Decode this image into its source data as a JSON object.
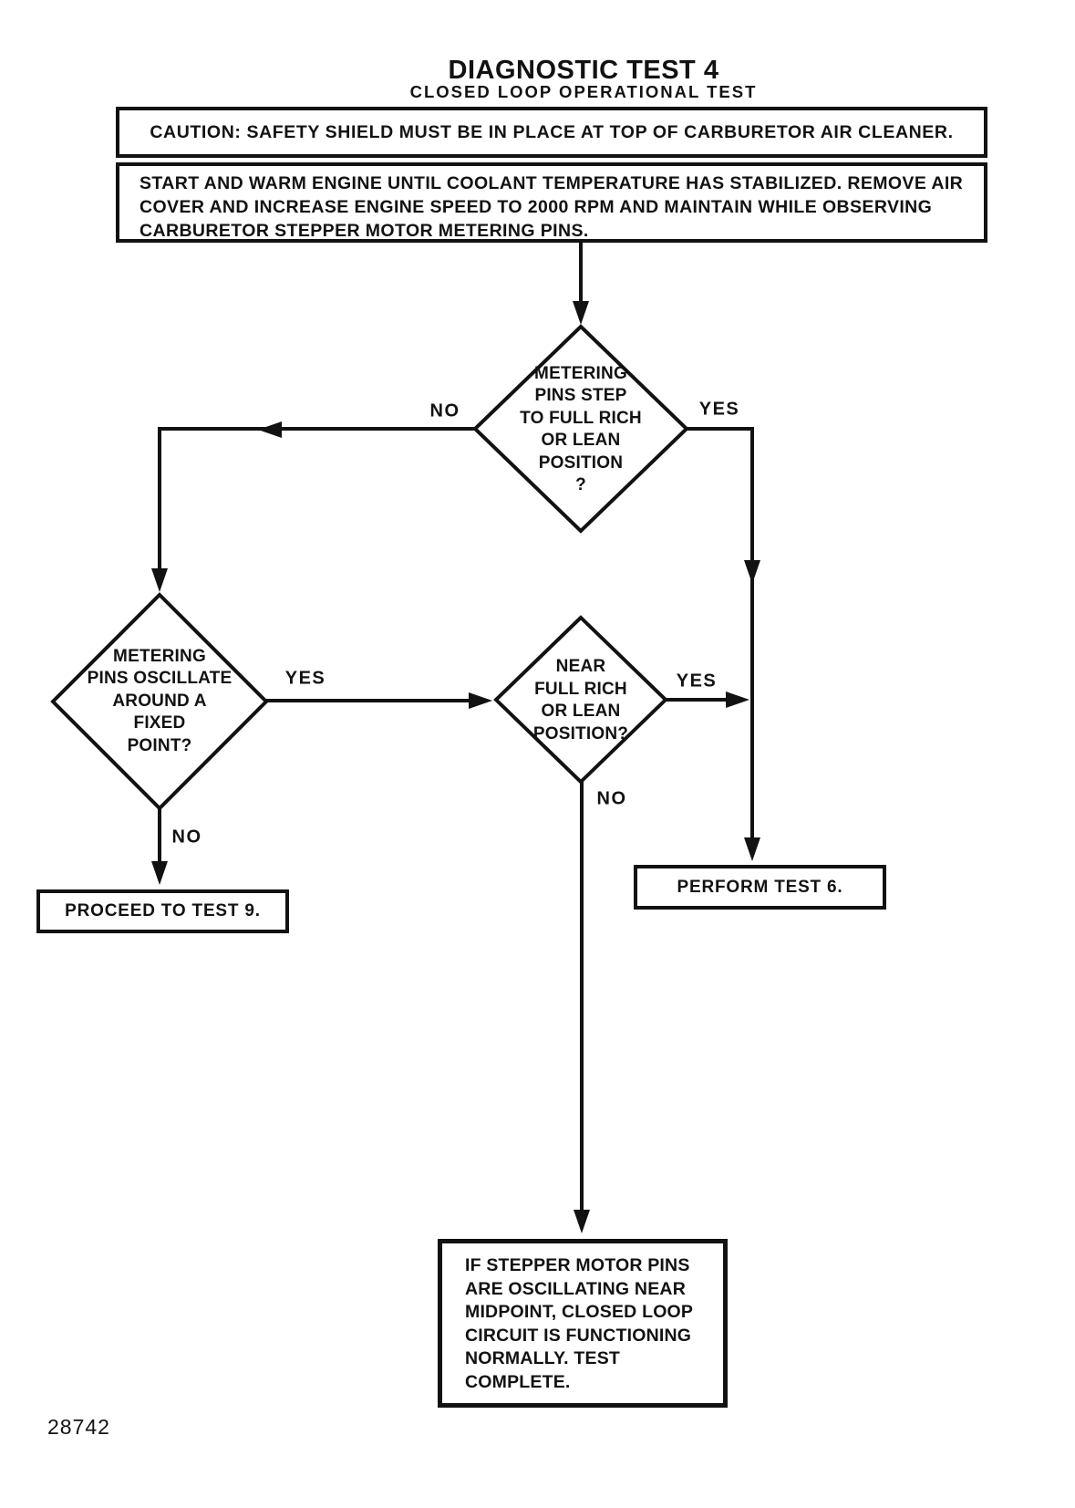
{
  "page": {
    "title": "DIAGNOSTIC TEST 4",
    "subtitle": "CLOSED LOOP OPERATIONAL TEST",
    "figure_number": "28742"
  },
  "colors": {
    "ink": "#121212",
    "paper": "#ffffff"
  },
  "boxes": {
    "caution": {
      "text": "CAUTION: SAFETY SHIELD MUST BE IN PLACE AT TOP OF CARBURETOR AIR CLEANER."
    },
    "instructions": {
      "text": "START AND WARM ENGINE UNTIL COOLANT TEMPERATURE HAS STABILIZED. REMOVE AIR\nCOVER AND INCREASE ENGINE SPEED TO 2000 RPM AND MAINTAIN WHILE OBSERVING\nCARBURETOR STEPPER MOTOR METERING PINS."
    },
    "proceed_test_9": {
      "text": "PROCEED TO TEST 9."
    },
    "perform_test_6": {
      "text": "PERFORM TEST 6."
    },
    "test_complete": {
      "text": "IF STEPPER MOTOR PINS\nARE OSCILLATING NEAR\nMIDPOINT, CLOSED LOOP\nCIRCUIT IS FUNCTIONING\nNORMALLY. TEST\nCOMPLETE."
    }
  },
  "decisions": {
    "metering_pins_step": {
      "text": "METERING\nPINS STEP\nTO FULL RICH\nOR LEAN\nPOSITION\n?",
      "yes_label": "YES",
      "no_label": "NO"
    },
    "pins_oscillate_fixed_point": {
      "text": "METERING\nPINS OSCILLATE\nAROUND A\nFIXED\nPOINT?",
      "yes_label": "YES",
      "no_label": "NO"
    },
    "near_full_rich_or_lean": {
      "text": "NEAR\nFULL RICH\nOR LEAN\nPOSITION?",
      "yes_label": "YES",
      "no_label": "NO"
    }
  }
}
